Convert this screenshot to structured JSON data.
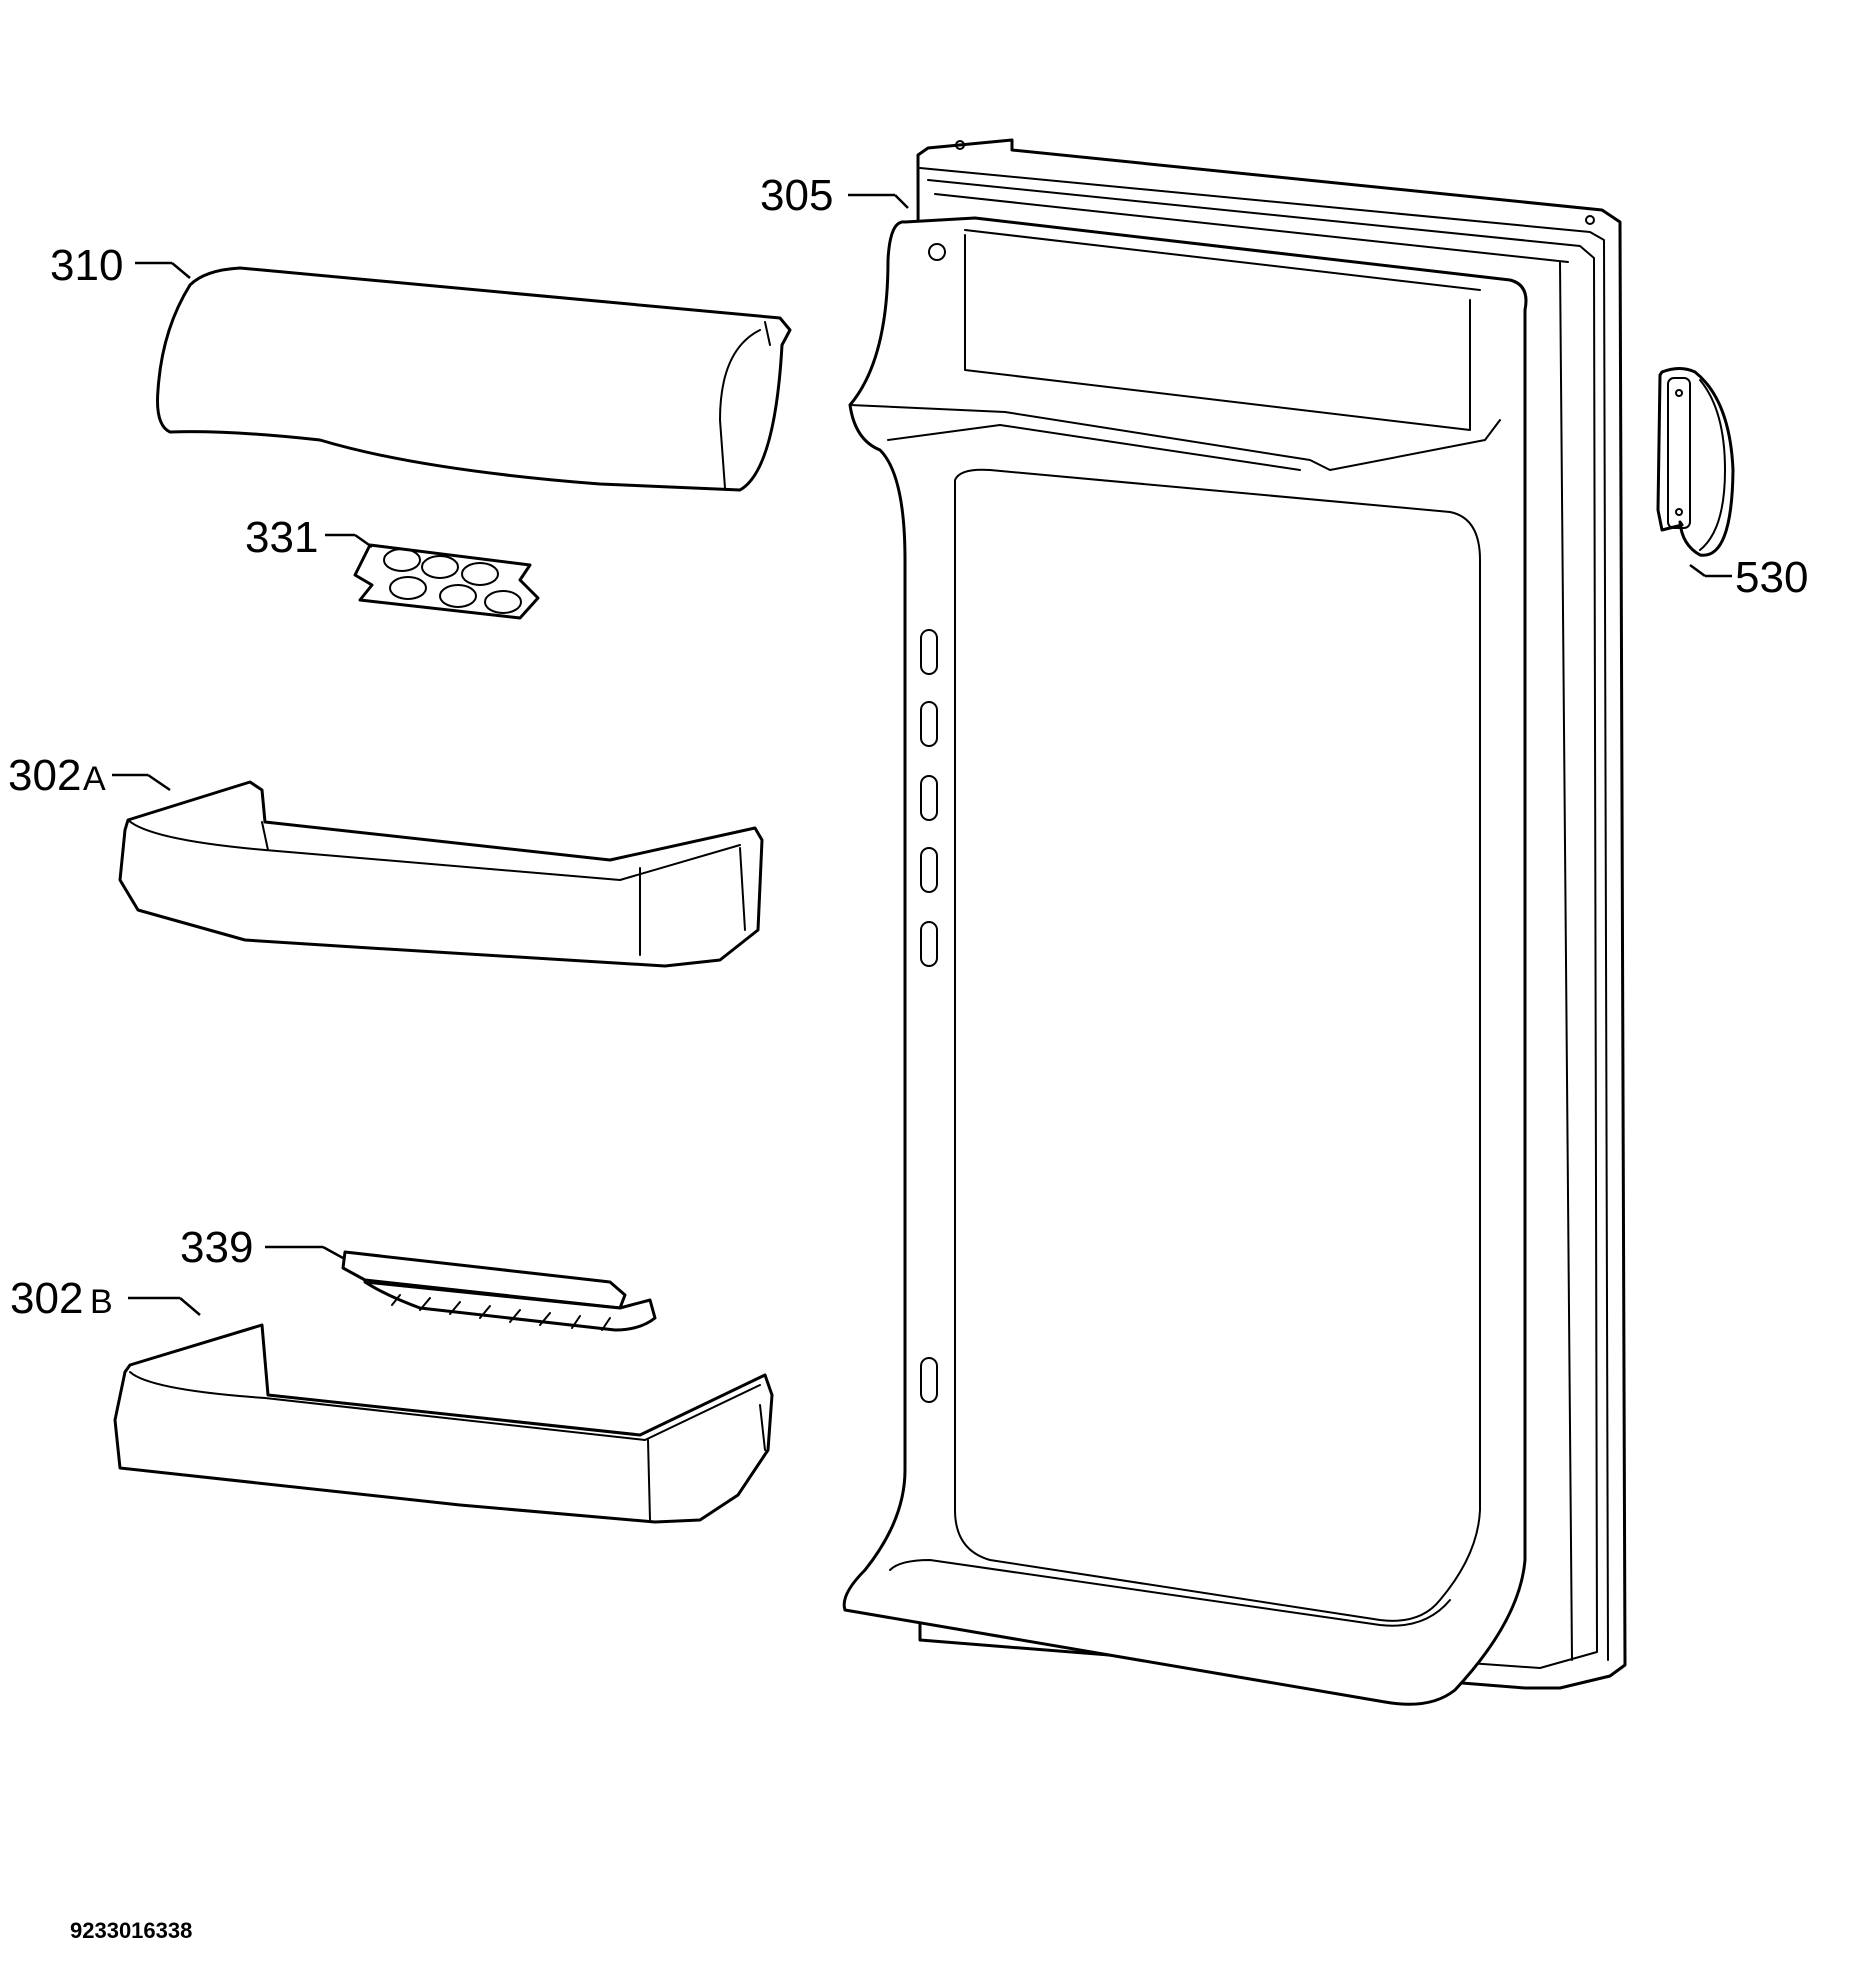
{
  "callouts": {
    "door": "305",
    "dairy_cover": "310",
    "egg_tray": "331",
    "shelf_upper": "302",
    "shelf_upper_suffix": "A",
    "bottle_retainer": "339",
    "shelf_lower": "302",
    "shelf_lower_suffix": "B",
    "handle": "530"
  },
  "document_id": "9233016338",
  "colors": {
    "line": "#000000",
    "background": "#ffffff"
  }
}
